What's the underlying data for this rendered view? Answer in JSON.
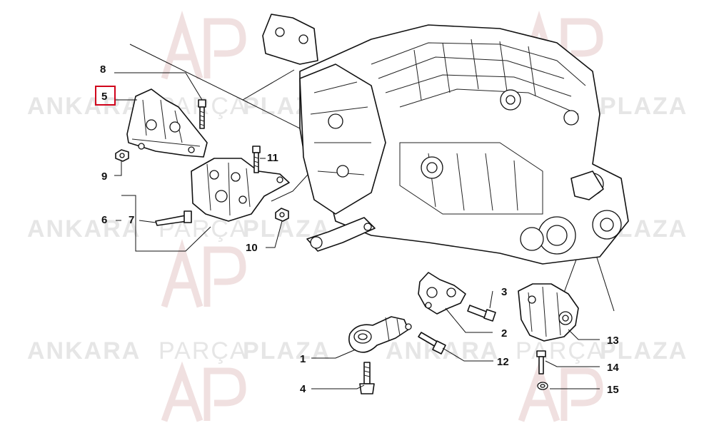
{
  "watermark": {
    "word1": "ANKARA",
    "word2": "PARÇA",
    "word3": "PLAZA"
  },
  "callouts": [
    {
      "id": "1",
      "label": "1"
    },
    {
      "id": "2",
      "label": "2"
    },
    {
      "id": "3",
      "label": "3"
    },
    {
      "id": "4",
      "label": "4"
    },
    {
      "id": "5",
      "label": "5",
      "selected": true
    },
    {
      "id": "6",
      "label": "6"
    },
    {
      "id": "7",
      "label": "7"
    },
    {
      "id": "8",
      "label": "8"
    },
    {
      "id": "9",
      "label": "9"
    },
    {
      "id": "10",
      "label": "10"
    },
    {
      "id": "11",
      "label": "11"
    },
    {
      "id": "12",
      "label": "12"
    },
    {
      "id": "13",
      "label": "13"
    },
    {
      "id": "14",
      "label": "14"
    },
    {
      "id": "15",
      "label": "15"
    }
  ],
  "colors": {
    "selection": "#d0021b",
    "line": "#111111",
    "watermark": "#e6e6e6"
  }
}
